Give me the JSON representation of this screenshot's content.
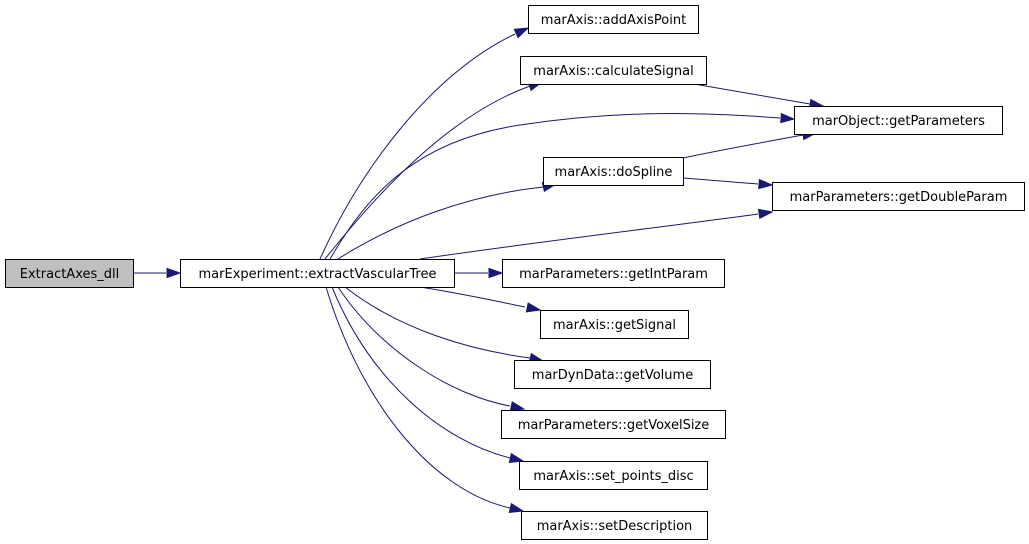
{
  "nodes": [
    {
      "id": "root",
      "label": "ExtractAxes_dll"
    },
    {
      "id": "evt",
      "label": "marExperiment::extractVascularTree"
    },
    {
      "id": "aap",
      "label": "marAxis::addAxisPoint"
    },
    {
      "id": "cs",
      "label": "marAxis::calculateSignal"
    },
    {
      "id": "gp",
      "label": "marObject::getParameters"
    },
    {
      "id": "ds",
      "label": "marAxis::doSpline"
    },
    {
      "id": "gdp",
      "label": "marParameters::getDoubleParam"
    },
    {
      "id": "gip",
      "label": "marParameters::getIntParam"
    },
    {
      "id": "gs",
      "label": "marAxis::getSignal"
    },
    {
      "id": "gv",
      "label": "marDynData::getVolume"
    },
    {
      "id": "gvs",
      "label": "marParameters::getVoxelSize"
    },
    {
      "id": "spd",
      "label": "marAxis::set_points_disc"
    },
    {
      "id": "sd",
      "label": "marAxis::setDescription"
    }
  ],
  "edges": [
    {
      "from": "root",
      "to": "evt"
    },
    {
      "from": "evt",
      "to": "aap"
    },
    {
      "from": "evt",
      "to": "cs"
    },
    {
      "from": "evt",
      "to": "gp"
    },
    {
      "from": "evt",
      "to": "ds"
    },
    {
      "from": "evt",
      "to": "gdp"
    },
    {
      "from": "evt",
      "to": "gip"
    },
    {
      "from": "evt",
      "to": "gs"
    },
    {
      "from": "evt",
      "to": "gv"
    },
    {
      "from": "evt",
      "to": "gvs"
    },
    {
      "from": "evt",
      "to": "spd"
    },
    {
      "from": "evt",
      "to": "sd"
    },
    {
      "from": "cs",
      "to": "gp"
    },
    {
      "from": "ds",
      "to": "gp"
    },
    {
      "from": "ds",
      "to": "gdp"
    }
  ],
  "colors": {
    "edge": "#191970",
    "root_fill": "#bfbfbf",
    "node_fill": "#ffffff",
    "node_stroke": "#000000"
  }
}
